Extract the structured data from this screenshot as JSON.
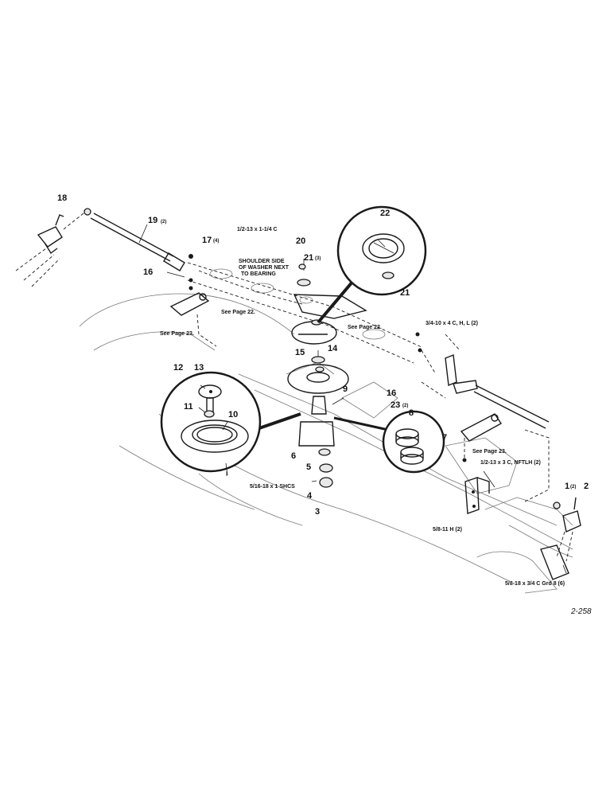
{
  "callouts": {
    "c1": "1",
    "c1_qty": "(2)",
    "c2": "2",
    "c3": "3",
    "c4": "4",
    "c5": "5",
    "c6": "6",
    "c7": "7",
    "c8": "8",
    "c9": "9",
    "c10": "10",
    "c11": "11",
    "c12": "12",
    "c13": "13",
    "c14": "14",
    "c15": "15",
    "c16a": "16",
    "c16b": "16",
    "c17": "17",
    "c17_qty": "(4)",
    "c18": "18",
    "c19": "19",
    "c19_qty": "(2)",
    "c20": "20",
    "c21a": "21",
    "c21a_qty": "(3)",
    "c21b": "21",
    "c22": "22",
    "c23": "23",
    "c23_qty": "(2)"
  },
  "notes": {
    "bolt_top": "1/2-13 x 1-1/4 C",
    "shoulder_1": "SHOULDER SIDE",
    "shoulder_2": "OF WASHER NEXT",
    "shoulder_3": "TO BEARING",
    "see22_left": "See Page 22.",
    "see22_right": "See Page 22.",
    "see23_left": "See Page 23.",
    "see23_right": "See Page 23.",
    "bolt_right": "3/4-10 x 4 C, H, L (2)",
    "bolt_mid": "1/2-13 x 3 C, NFTLH (2)",
    "shcs": "5/16-18 x 1 SHCS",
    "nut": "5/8-11 H (2)",
    "bolt_bottom": "5/8-18 x 3/4 C Grd 8 (6)"
  },
  "figure_id": "2-258"
}
